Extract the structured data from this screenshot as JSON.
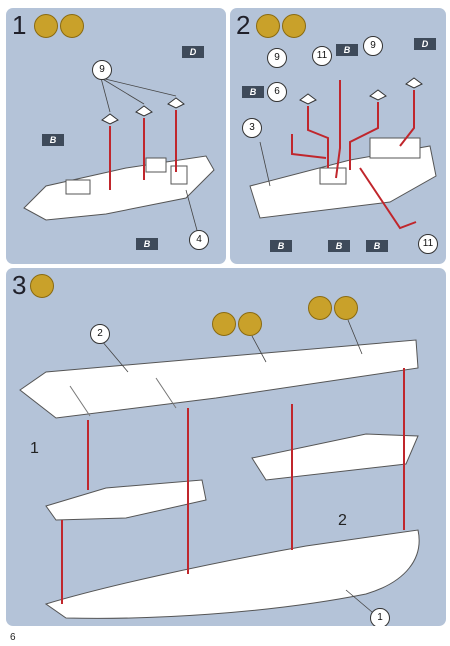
{
  "page": {
    "number": "6",
    "top_marker": ""
  },
  "steps": [
    {
      "number": "1",
      "icons": [
        "brush-icon",
        "paint-icon"
      ],
      "callouts": [
        "9",
        "4"
      ],
      "flags": [
        "B",
        "D",
        "B"
      ]
    },
    {
      "number": "2",
      "icons": [
        "brush-icon",
        "paint-icon"
      ],
      "callouts": [
        "9",
        "11",
        "9",
        "6",
        "3",
        "11"
      ],
      "flags": [
        "B",
        "D",
        "B",
        "B",
        "B",
        "B"
      ]
    },
    {
      "number": "3",
      "icons": [
        "brush-icon"
      ],
      "callouts": [
        "2",
        "1"
      ],
      "sub_labels": [
        "1",
        "2"
      ],
      "help": [
        "?",
        "?"
      ]
    }
  ],
  "colors": {
    "panel": "#b4c3d8",
    "icon": "#c9a12a",
    "part": "#ffffff",
    "arrow": "#c0262c"
  }
}
